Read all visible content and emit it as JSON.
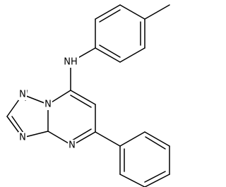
{
  "molecule": {
    "atom_labels": {
      "nh": "NH",
      "n_triazole_1": "N",
      "n_triazole_2": "N",
      "n_bridge": "N",
      "n_pyrimidine": "N"
    }
  }
}
